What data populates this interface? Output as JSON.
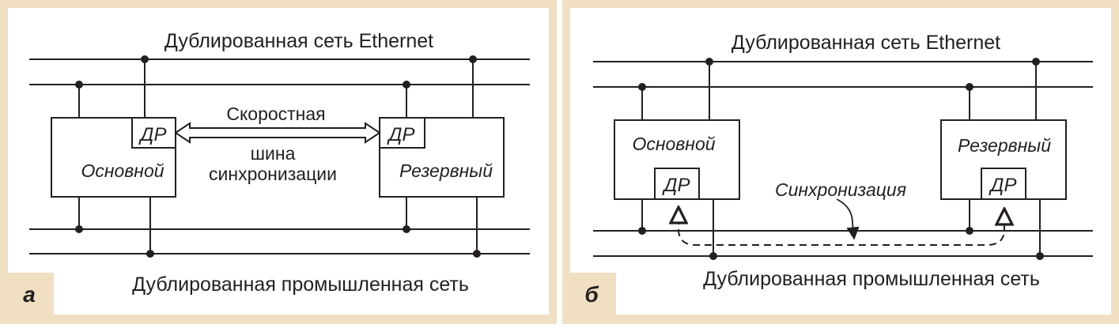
{
  "panels": {
    "a": {
      "tag": "а",
      "top_title": "Дублированная сеть Ethernet",
      "bottom_title": "Дублированная промышленная сеть",
      "primary_label": "Основной",
      "backup_label": "Резервный",
      "dr_primary": "ДР",
      "dr_backup": "ДР",
      "sync_bus_line1": "Скоростная",
      "sync_bus_line2": "шина",
      "sync_bus_line3": "синхронизации"
    },
    "b": {
      "tag": "б",
      "top_title": "Дублированная сеть Ethernet",
      "bottom_title": "Дублированная промышленная сеть",
      "primary_label": "Основной",
      "backup_label": "Резервный",
      "dr_primary": "ДР",
      "dr_backup": "ДР",
      "sync_label": "Синхронизация"
    }
  },
  "colors": {
    "frame": "#f0dfc2",
    "tag_background": "#f0dfc2",
    "line": "#231f20",
    "background": "#ffffff"
  }
}
